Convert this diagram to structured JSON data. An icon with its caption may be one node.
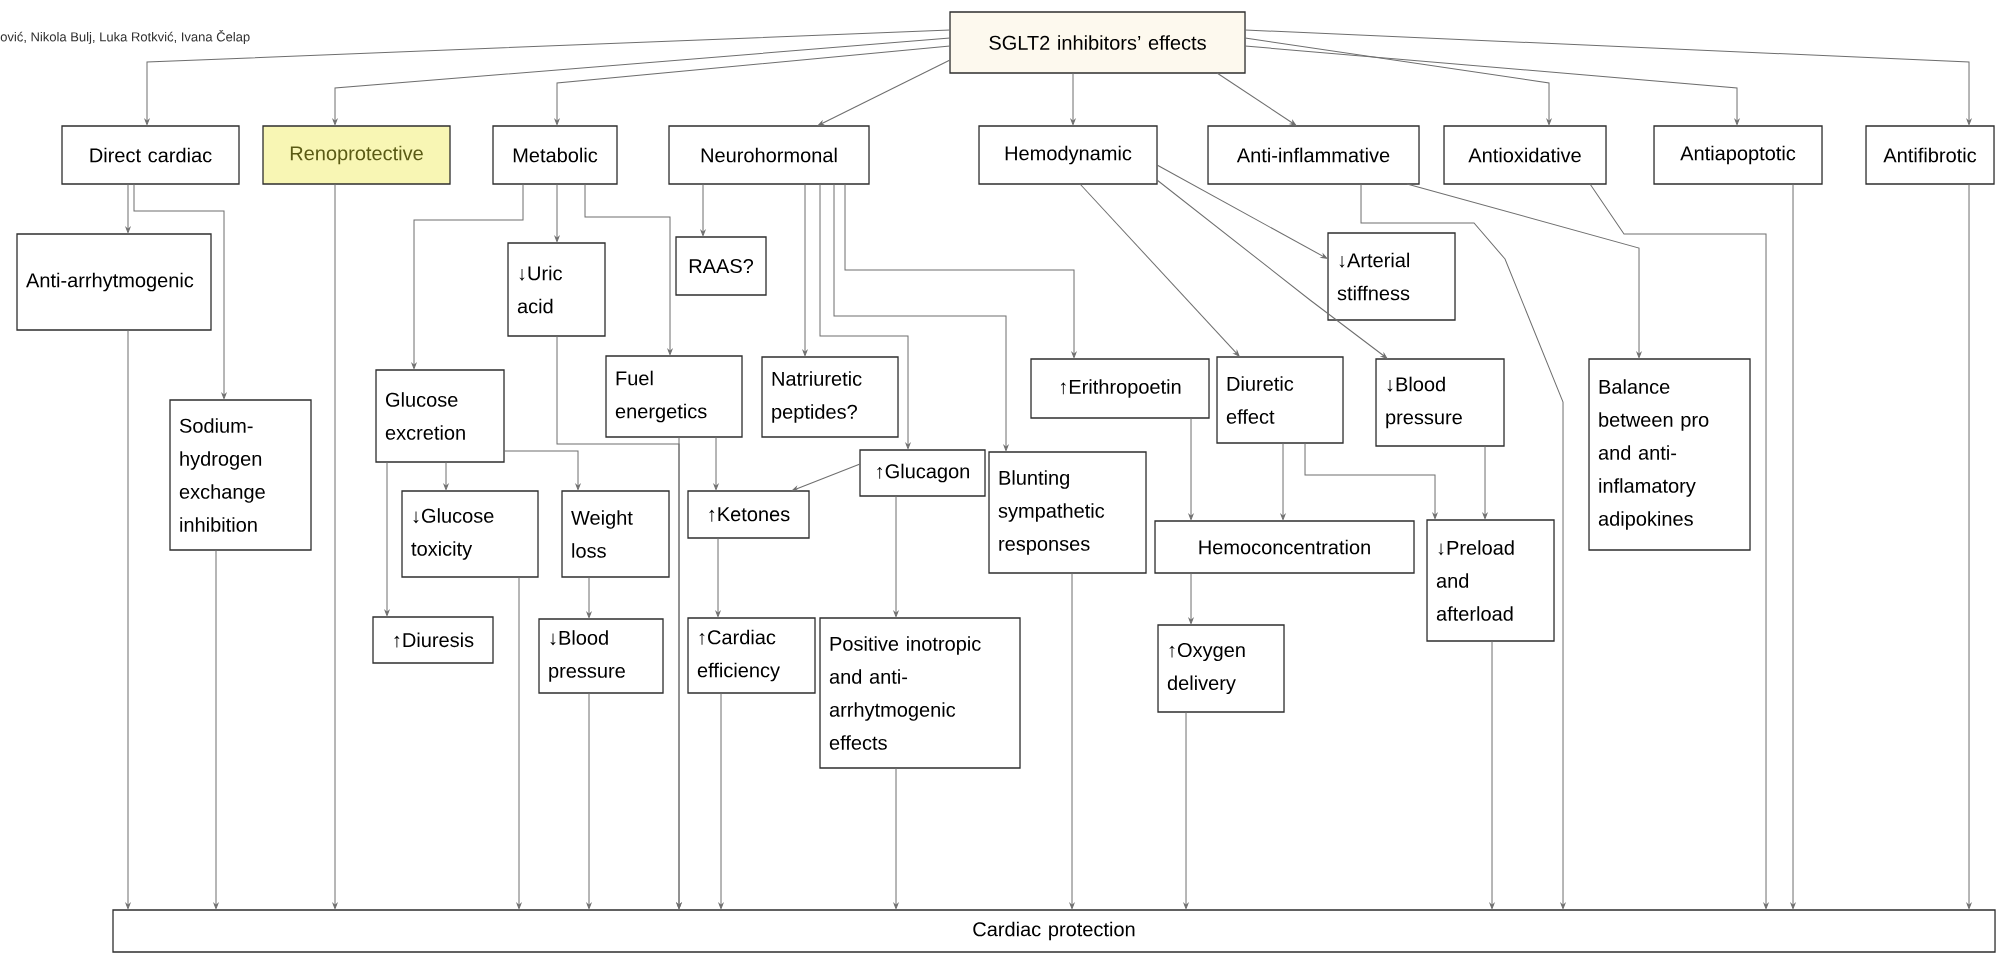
{
  "diagram": {
    "nodes": [
      {
        "text": [
          "SGLT2 inhibitors’ effects"
        ]
      },
      {
        "text": [
          "Direct cardiac"
        ]
      },
      {
        "text": [
          "Renoprotective"
        ]
      },
      {
        "text": [
          "Metabolic"
        ]
      },
      {
        "text": [
          "Neurohormonal"
        ]
      },
      {
        "text": [
          "Hemodynamic"
        ]
      },
      {
        "text": [
          "Anti-inflammative"
        ]
      },
      {
        "text": [
          "Antioxidative"
        ]
      },
      {
        "text": [
          "Antiapoptotic"
        ]
      },
      {
        "text": [
          "Antifibrotic"
        ]
      },
      {
        "text": [
          "Anti-arrhytmogenic"
        ]
      },
      {
        "text": [
          "Sodium-hydrogen exchange inhibition"
        ]
      },
      {
        "text": [
          "Glucose excretion"
        ]
      },
      {
        "text": [
          "↓Uric acid"
        ]
      },
      {
        "text": [
          "Fuel energetics"
        ]
      },
      {
        "text": [
          "RAAS?"
        ]
      },
      {
        "text": [
          "Natriuretic peptides?"
        ]
      },
      {
        "text": [
          "↓Glucose toxicity"
        ]
      },
      {
        "text": [
          "Weight loss"
        ]
      },
      {
        "text": [
          "↑Diuresis"
        ]
      },
      {
        "text": [
          "↓Blood pressure"
        ]
      },
      {
        "text": [
          "↑Ketones"
        ]
      },
      {
        "text": [
          "↑Glucagon"
        ]
      },
      {
        "text": [
          "Blunting sympathetic responses"
        ]
      },
      {
        "text": [
          "↑Cardiac efficiency"
        ]
      },
      {
        "text": [
          "Positive inotropic and anti-arrhytmogenic effects"
        ]
      },
      {
        "text": [
          "↑Erithropoetin"
        ]
      },
      {
        "text": [
          "Diuretic effect"
        ]
      },
      {
        "text": [
          "Hemoconcentration"
        ]
      },
      {
        "text": [
          "↑Oxygen delivery"
        ]
      },
      {
        "text": [
          "↓Arterial stiffness"
        ]
      },
      {
        "text": [
          "↓Blood pressure"
        ]
      },
      {
        "text": [
          "↓Preload and afterload"
        ]
      },
      {
        "text": [
          "Balance between pro and anti-inflamatory adipokines"
        ]
      },
      {
        "text": [
          "Cardiac protection"
        ]
      }
    ],
    "edges": [
      {
        "from": 0,
        "to": 1,
        "arrow": "to"
      },
      {
        "from": 0,
        "to": 2,
        "arrow": "to"
      },
      {
        "from": 0,
        "to": 3,
        "arrow": "to"
      },
      {
        "from": 0,
        "to": 4,
        "arrow": "to"
      },
      {
        "from": 0,
        "to": 5,
        "arrow": "to"
      },
      {
        "from": 0,
        "to": 6,
        "arrow": "to"
      },
      {
        "from": 0,
        "to": 7,
        "arrow": "to"
      },
      {
        "from": 0,
        "to": 8,
        "arrow": "to"
      },
      {
        "from": 0,
        "to": 9,
        "arrow": "to"
      },
      {
        "from": 1,
        "to": 10,
        "arrow": "to"
      },
      {
        "from": 1,
        "to": 11,
        "arrow": "to"
      },
      {
        "from": 2,
        "to": 34,
        "arrow": "to"
      },
      {
        "from": 3,
        "to": 12,
        "arrow": "to"
      },
      {
        "from": 3,
        "to": 13,
        "arrow": "to"
      },
      {
        "from": 3,
        "to": 14,
        "arrow": "to"
      },
      {
        "from": 4,
        "to": 15,
        "arrow": "to"
      },
      {
        "from": 4,
        "to": 16,
        "arrow": "to"
      },
      {
        "from": 4,
        "to": 22,
        "arrow": "to"
      },
      {
        "from": 4,
        "to": 23,
        "arrow": "to"
      },
      {
        "from": 4,
        "to": 26,
        "arrow": "to"
      },
      {
        "from": 5,
        "to": 27,
        "arrow": "to"
      },
      {
        "from": 5,
        "to": 30,
        "arrow": "to"
      },
      {
        "from": 5,
        "to": 31,
        "arrow": "to"
      },
      {
        "from": 6,
        "to": 34,
        "arrow": "to"
      },
      {
        "from": 6,
        "to": 33,
        "arrow": "to"
      },
      {
        "from": 7,
        "to": 34,
        "arrow": "to"
      },
      {
        "from": 8,
        "to": 34,
        "arrow": "to"
      },
      {
        "from": 9,
        "to": 34,
        "arrow": "to"
      },
      {
        "from": 10,
        "to": 34,
        "arrow": "to"
      },
      {
        "from": 11,
        "to": 34,
        "arrow": "to"
      },
      {
        "from": 12,
        "to": 17,
        "arrow": "to"
      },
      {
        "from": 12,
        "to": 19,
        "arrow": "to"
      },
      {
        "from": 12,
        "to": 18,
        "arrow": "to"
      },
      {
        "from": 13,
        "to": 34,
        "arrow": "to"
      },
      {
        "from": 14,
        "to": 34,
        "arrow": "to"
      },
      {
        "from": 14,
        "to": 21,
        "arrow": "to"
      },
      {
        "from": 17,
        "to": 34,
        "arrow": "to"
      },
      {
        "from": 18,
        "to": 20,
        "arrow": "to"
      },
      {
        "from": 20,
        "to": 34,
        "arrow": "to"
      },
      {
        "from": 22,
        "to": 21,
        "arrow": "to"
      },
      {
        "from": 22,
        "to": 25,
        "arrow": "to"
      },
      {
        "from": 21,
        "to": 24,
        "arrow": "to"
      },
      {
        "from": 24,
        "to": 34,
        "arrow": "to"
      },
      {
        "from": 25,
        "to": 34,
        "arrow": "to"
      },
      {
        "from": 23,
        "to": 34,
        "arrow": "to"
      },
      {
        "from": 26,
        "to": 28,
        "arrow": "to"
      },
      {
        "from": 27,
        "to": 28,
        "arrow": "to"
      },
      {
        "from": 27,
        "to": 32,
        "arrow": "to"
      },
      {
        "from": 31,
        "to": 32,
        "arrow": "to"
      },
      {
        "from": 28,
        "to": 29,
        "arrow": "to"
      },
      {
        "from": 29,
        "to": 34,
        "arrow": "to"
      },
      {
        "from": 32,
        "to": 34,
        "arrow": "to"
      }
    ],
    "labels": [
      "ović, Nikola Bulj, Luka Rotkvić, Ivana Čelap"
    ]
  }
}
